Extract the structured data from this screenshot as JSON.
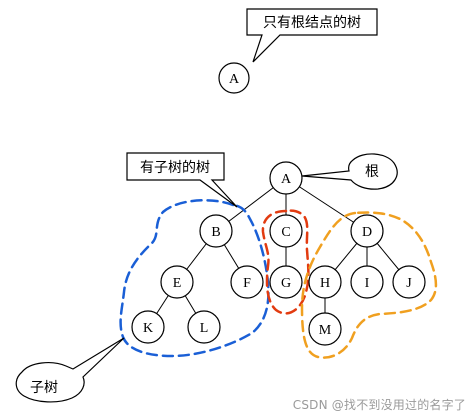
{
  "single_root_tree": {
    "caption": "只有根结点的树",
    "node_label": "A"
  },
  "tree": {
    "nodes": {
      "A": "A",
      "B": "B",
      "C": "C",
      "D": "D",
      "E": "E",
      "F": "F",
      "G": "G",
      "H": "H",
      "I": "I",
      "J": "J",
      "K": "K",
      "L": "L",
      "M": "M"
    },
    "root_callout": "根",
    "subtree_callout": "有子树的树",
    "child_tree_callout": "子树"
  },
  "highlight_colors": {
    "subtree_b": "#1a5fd6",
    "subtree_c": "#e23b10",
    "subtree_d": "#f0a020"
  },
  "watermark": "CSDN @找不到没用过的名字了"
}
